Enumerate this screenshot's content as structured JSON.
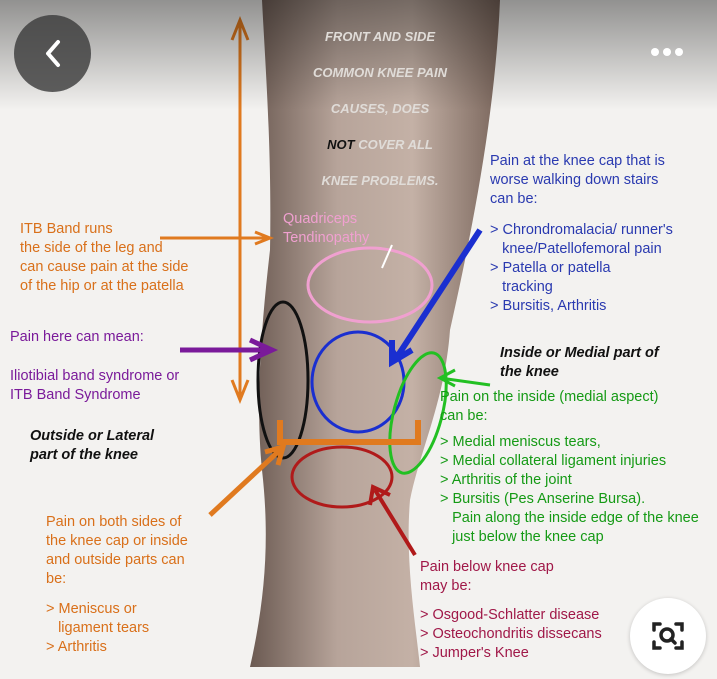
{
  "viewer": {
    "back_icon": "chevron-left-icon",
    "more_icon": "more-horizontal-icon",
    "lens_icon": "visual-search-icon"
  },
  "colors": {
    "orange": "#e07a1f",
    "purple": "#7a1a9a",
    "blue": "#1a2fd0",
    "green": "#22c022",
    "red": "#b01a1a",
    "pink": "#f0a0d0"
  },
  "image": {
    "header": [
      "FRONT AND SIDE",
      "COMMON KNEE PAIN",
      "CAUSES, DOES",
      "NOT COVER ALL",
      "KNEE PROBLEMS."
    ],
    "header_emphasis": "NOT",
    "quadriceps": "Quadriceps\nTendinopathy",
    "itb": "ITB Band runs\nthe side of the leg and\ncan cause pain at the side\nof the hip or at the patella",
    "pain_here": "Pain here can mean:",
    "iliotibial": "Iliotibial band syndrome or\nITB Band Syndrome",
    "lateral": "Outside or Lateral\npart of the knee",
    "both_sides": "Pain on both sides of\nthe knee cap or inside\nand outside parts can\nbe:",
    "both_list": "> Meniscus or\n   ligament tears\n> Arthritis",
    "kneecap": "Pain at the knee cap that is\nworse walking down stairs\ncan be:",
    "kneecap_list": "> Chrondromalacia/ runner's\n   knee/Patellofemoral pain\n> Patella or patella\n   tracking\n> Bursitis, Arthritis",
    "medial": "Inside or Medial part of\nthe knee",
    "medial_intro": "Pain on the inside (medial aspect)\ncan be:",
    "medial_list": "> Medial meniscus tears,\n> Medial collateral ligament injuries\n> Arthritis of the joint\n> Bursitis (Pes Anserine Bursa).\n   Pain along the inside edge of the knee\n   just below the knee cap",
    "below": "Pain below knee cap\nmay be:",
    "below_list": "> Osgood-Schlatter disease\n> Osteochondritis dissecans\n> Jumper's Knee"
  }
}
